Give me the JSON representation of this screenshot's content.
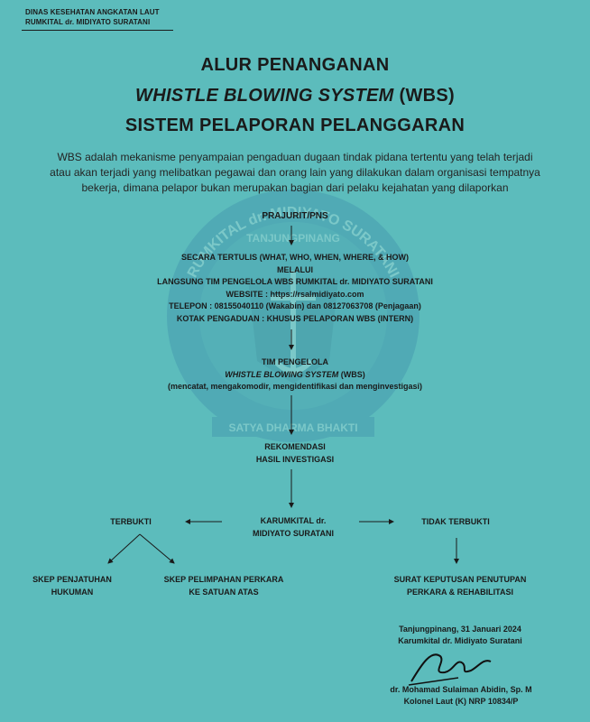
{
  "header": {
    "line1": "DINAS KESEHATAN ANGKATAN LAUT",
    "line2": "RUMKITAL dr. MIDIYATO SURATANI"
  },
  "title": {
    "line1": "ALUR PENANGANAN",
    "line2_italic": "WHISTLE BLOWING SYSTEM",
    "line2_suffix": " (WBS)",
    "line3": "SISTEM PELAPORAN PELANGGARAN"
  },
  "intro": {
    "line1": "WBS adalah mekanisme penyampaian pengaduan dugaan tindak pidana tertentu yang telah terjadi",
    "line2": "atau akan terjadi yang melibatkan pegawai dan orang lain yang dilakukan dalam organisasi tempatnya",
    "line3": "bekerja, dimana pelapor bukan merupakan bagian dari pelaku kejahatan yang dilaporkan"
  },
  "watermark": {
    "top_text": "RUMKITAL dr. MIDIYATO SURATANI",
    "sub_text": "TANJUNGPINANG",
    "bottom_text": "SATYA DHARMA BHAKTI"
  },
  "flow": {
    "reporter": "PRAJURIT/PNS",
    "channel": {
      "line1": "SECARA TERTULIS (WHAT,  WHO, WHEN, WHERE, & HOW)",
      "line2": "MELALUI",
      "line3": "LANGSUNG TIM PENGELOLA WBS RUMKITAL dr. MIDIYATO SURATANI",
      "line4": "WEBSITE : https://rsalmidiyato.com",
      "line5": "TELEPON : 08155040110 (Wakabin) dan 08127063708 (Penjagaan)",
      "line6": "KOTAK PENGADUAN : KHUSUS PELAPORAN WBS (INTERN)"
    },
    "team": {
      "line1": "TIM PENGELOLA",
      "line2_italic": "WHISTLE BLOWING SYSTEM",
      "line2_suffix": " (WBS)",
      "line3": "(mencatat, mengakomodir, mengidentifikasi dan menginvestigasi)"
    },
    "recommendation": {
      "line1": "REKOMENDASI",
      "line2": "HASIL INVESTIGASI"
    },
    "decision_maker": {
      "line1": "KARUMKITAL dr.",
      "line2": "MIDIYATO SURATANI"
    },
    "proven": "TERBUKTI",
    "not_proven": "TIDAK TERBUKTI",
    "outcome_1": {
      "line1": "SKEP PENJATUHAN",
      "line2": "HUKUMAN"
    },
    "outcome_2": {
      "line1": "SKEP PELIMPAHAN  PERKARA",
      "line2": "KE SATUAN ATAS"
    },
    "outcome_3": {
      "line1": "SURAT KEPUTUSAN PENUTUPAN",
      "line2": "PERKARA & REHABILITASI"
    }
  },
  "signature": {
    "place_date": "Tanjungpinang, 31 Januari 2024",
    "position": "Karumkital dr. Midiyato Suratani",
    "name": "dr. Mohamad Sulaiman Abidin, Sp. M",
    "rank": "Kolonel Laut (K) NRP 10834/P"
  },
  "colors": {
    "background": "#5cbcbc",
    "text": "#1a1a1a",
    "watermark": "#2a6fa0"
  }
}
